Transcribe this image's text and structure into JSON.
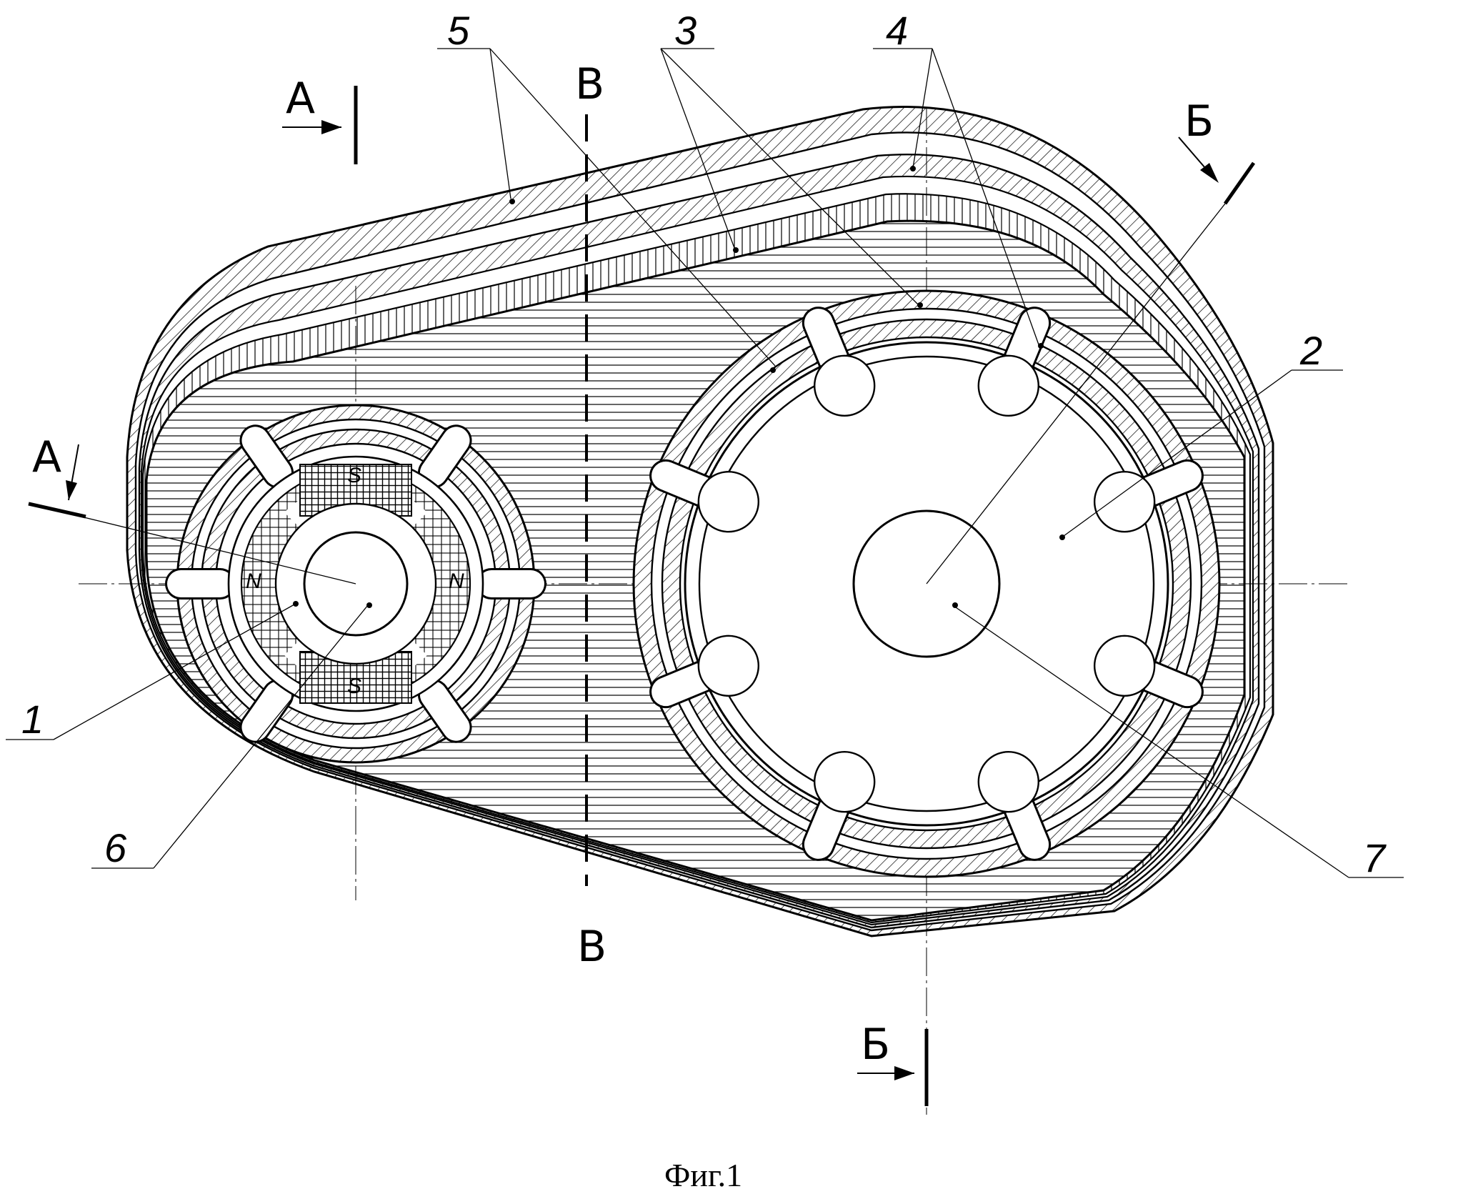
{
  "figure": {
    "caption": "Фиг.1"
  },
  "part_labels": {
    "p1": "1",
    "p2": "2",
    "p3": "3",
    "p4": "4",
    "p5": "5",
    "p6": "6",
    "p7": "7"
  },
  "section_labels": {
    "a_top": "А",
    "a_left": "А",
    "b_top": "Б",
    "b_bottom": "Б",
    "v_top": "В",
    "v_bottom": "В"
  },
  "magnet_poles": {
    "top": "S",
    "bottom": "S",
    "left": "N",
    "right": "N"
  },
  "colors": {
    "ink": "#000000",
    "paper": "#ffffff"
  }
}
